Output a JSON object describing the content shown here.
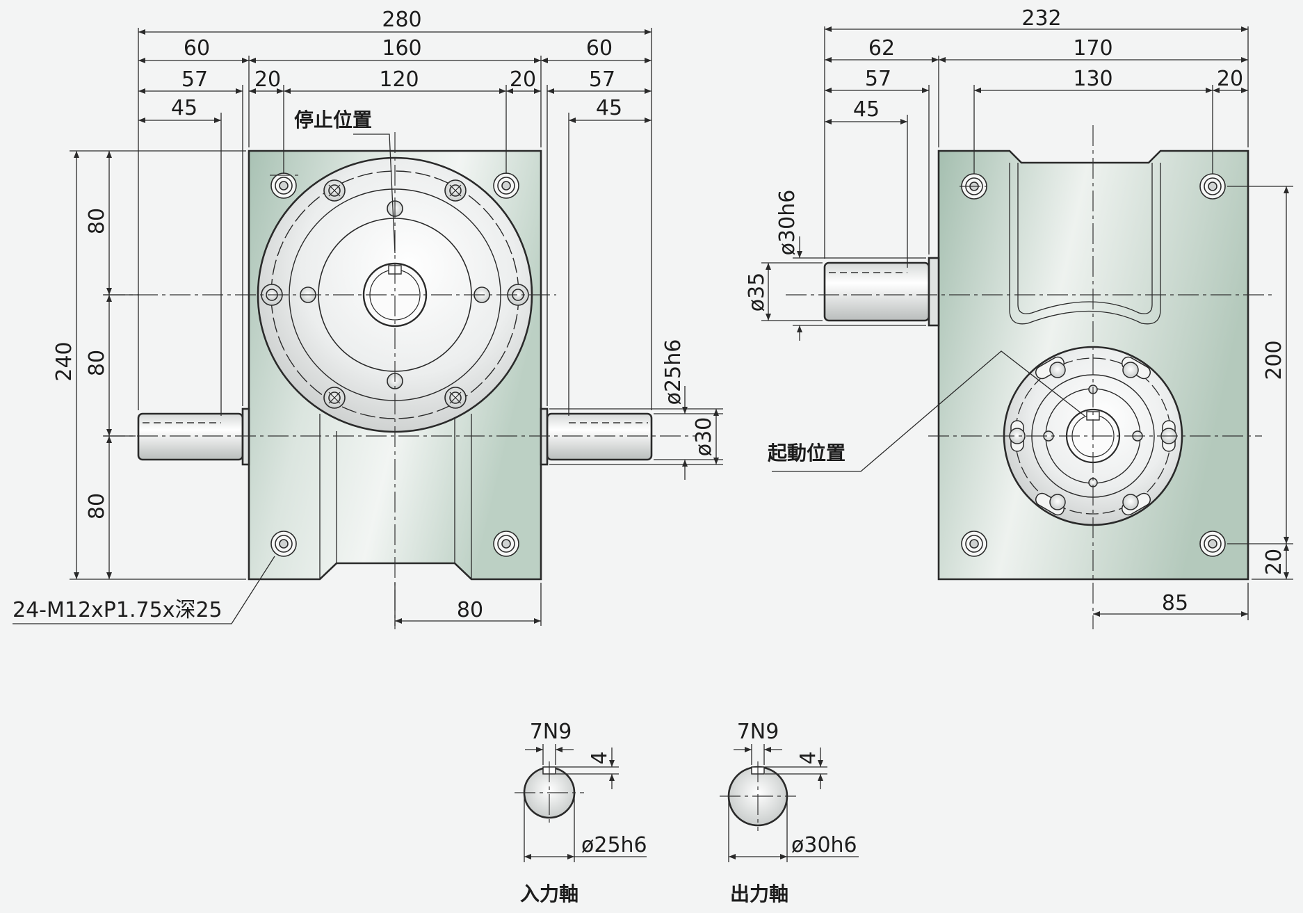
{
  "front_view": {
    "dimensions": {
      "overall_width": "280",
      "left_shaft_length": "60",
      "body_width": "160",
      "right_shaft_length": "60",
      "left_57": "57",
      "body_left_20": "20",
      "hole_spacing_120": "120",
      "body_right_20": "20",
      "right_57": "57",
      "left_45": "45",
      "right_45": "45",
      "height_240": "240",
      "upper_80": "80",
      "middle_80": "80",
      "lower_80": "80",
      "bottom_80": "80",
      "shaft_dia_25h6": "ø25h6",
      "shaft_dia_30": "ø30"
    },
    "labels": {
      "stop_position": "停止位置",
      "thread_spec": "24-M12xP1.75x深25"
    }
  },
  "side_view": {
    "dimensions": {
      "overall_width": "232",
      "shaft_62": "62",
      "body_170": "170",
      "shaft_57": "57",
      "hole_130": "130",
      "edge_20_top": "20",
      "shaft_45": "45",
      "height_200": "200",
      "edge_20_bottom": "20",
      "offset_85": "85",
      "shaft_dia_30h6": "ø30h6",
      "shaft_dia_35": "ø35"
    },
    "labels": {
      "start_position": "起動位置"
    }
  },
  "shaft_details": [
    {
      "key_width": "7N9",
      "key_depth": "4",
      "diameter": "ø25h6",
      "caption": "入力軸"
    },
    {
      "key_width": "7N9",
      "key_depth": "4",
      "diameter": "ø30h6",
      "caption": "出力軸"
    }
  ],
  "colors": {
    "background": "#f3f4f4",
    "body_dark": "#a9c2b4",
    "body_light": "#eef2ef",
    "line": "#2a2a2a"
  }
}
